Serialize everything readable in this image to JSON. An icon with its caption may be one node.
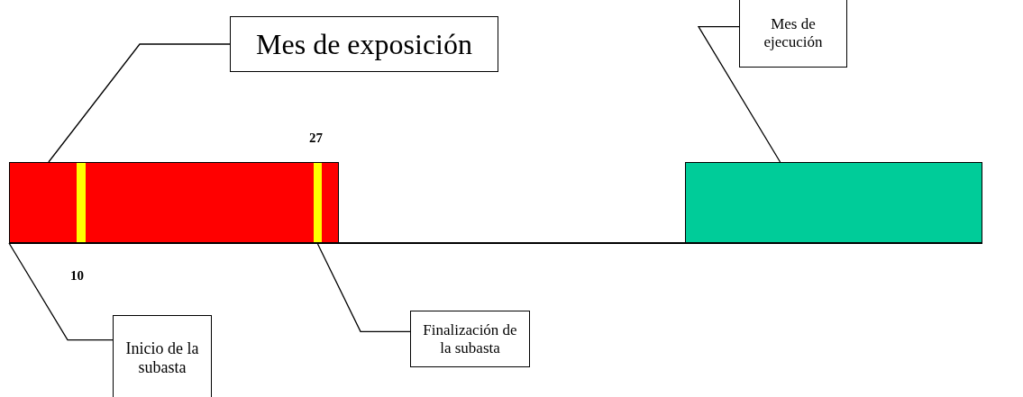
{
  "diagram": {
    "nodes": [
      {
        "text": [
          "Mes de exposición"
        ]
      },
      {
        "text": [
          "Mes de ejecución"
        ]
      },
      {
        "text": [],
        "shape": "bar"
      },
      {
        "text": [],
        "shape": "bar",
        "in": 2
      },
      {
        "text": [],
        "shape": "bar",
        "in": 2
      },
      {
        "text": [],
        "shape": "bar"
      },
      {
        "text": [
          "Inicio de la subasta"
        ]
      },
      {
        "text": [
          "Finalización de la subasta"
        ]
      }
    ],
    "edges": [
      {
        "from": 0,
        "to": 2,
        "arrow": "none"
      },
      {
        "from": 1,
        "to": 5,
        "arrow": "none"
      },
      {
        "from": 6,
        "to": 2,
        "arrow": "none"
      },
      {
        "from": 7,
        "to": 4,
        "arrow": "none"
      }
    ],
    "labels": [
      "27",
      "10"
    ]
  }
}
